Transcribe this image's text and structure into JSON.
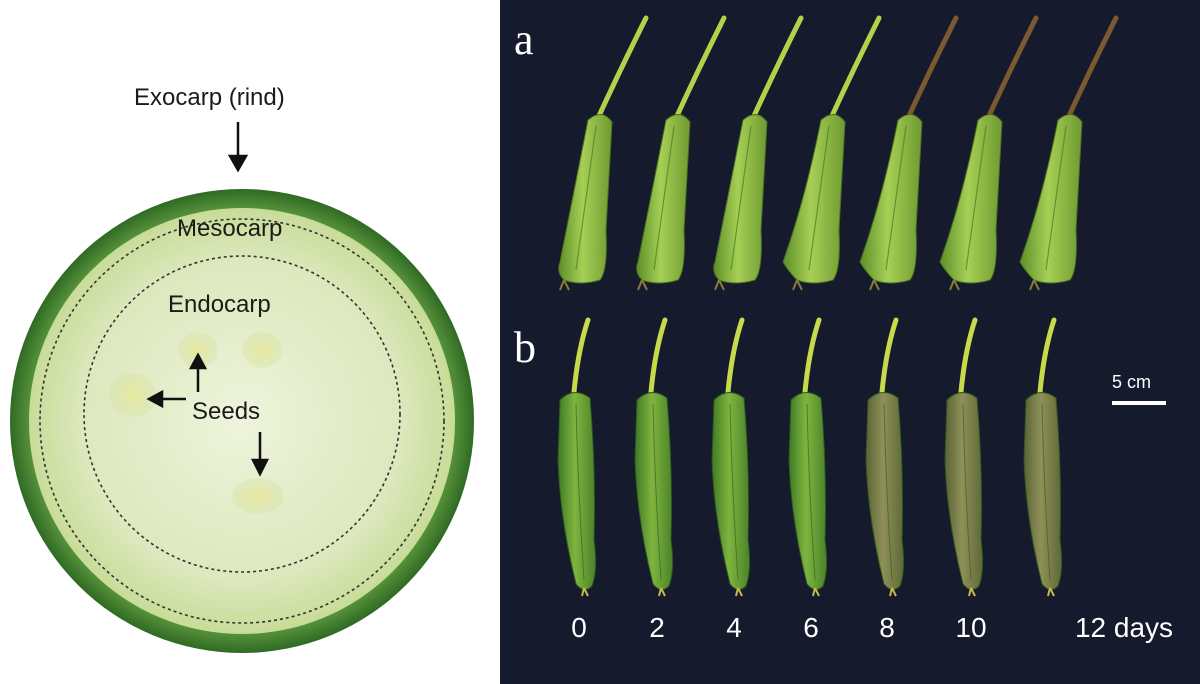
{
  "diagram": {
    "exocarp_label": "Exocarp (rind)",
    "mesocarp_label": "Mesocarp",
    "endocarp_label": "Endocarp",
    "seeds_label": "Seeds"
  },
  "photo": {
    "panel_a": "a",
    "panel_b": "b",
    "scale_bar_label": "5 cm",
    "days": [
      "0",
      "2",
      "4",
      "6",
      "8",
      "10"
    ],
    "last_day": "12 days"
  },
  "colors": {
    "background_dark": "#151a2c",
    "rind": "#3b7a2e",
    "flesh": "#dde9c2",
    "fruit_fresh": "#7fb03a",
    "fruit_aged": "#8a8a52"
  }
}
